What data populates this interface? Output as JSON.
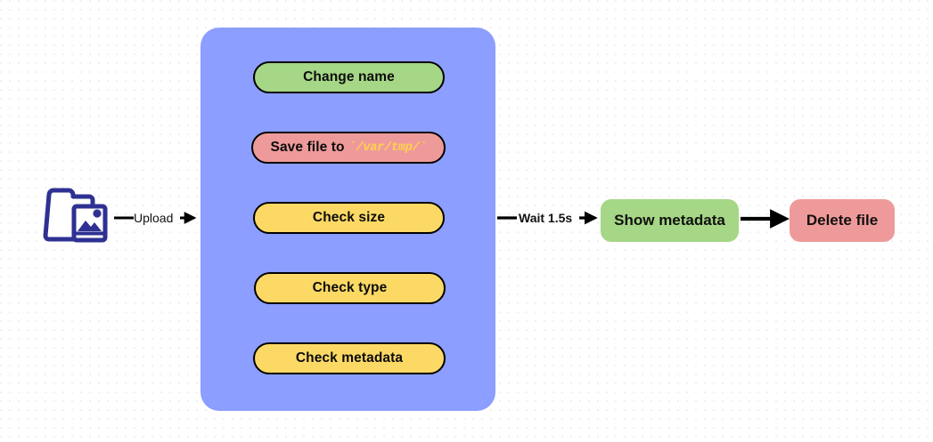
{
  "diagram": {
    "type": "flowchart",
    "direction": "left-to-right",
    "background": {
      "color": "#ffffff",
      "grid": "dotted"
    },
    "source": {
      "icon": "image-file-upload-icon",
      "color": "#2e3192"
    },
    "subgraph": {
      "name": "processing-group",
      "color": "#8c9eff",
      "label": ""
    },
    "nodes": [
      {
        "id": "change-name",
        "label": "Change name",
        "color": "#a5d786",
        "group": "subgraph"
      },
      {
        "id": "save-file",
        "label": "Save file to",
        "code": "`/var/tmp/`",
        "code_color": "#ffd24d",
        "color": "#ef9a9a",
        "group": "subgraph"
      },
      {
        "id": "check-size",
        "label": "Check size",
        "color": "#fcd965",
        "group": "subgraph"
      },
      {
        "id": "check-type",
        "label": "Check type",
        "color": "#fcd965",
        "group": "subgraph"
      },
      {
        "id": "check-metadata",
        "label": "Check metadata",
        "color": "#fcd965",
        "group": "subgraph"
      },
      {
        "id": "show-metadata",
        "label": "Show metadata",
        "color": "#a5d786",
        "group": "root"
      },
      {
        "id": "delete-file",
        "label": "Delete file",
        "color": "#ef9a9a",
        "group": "root"
      }
    ],
    "edges": [
      {
        "from": "upload-icon",
        "to": "subgraph",
        "label": "Upload"
      },
      {
        "from": "change-name",
        "to": "save-file",
        "label": ""
      },
      {
        "from": "save-file",
        "to": "check-size",
        "label": ""
      },
      {
        "from": "check-size",
        "to": "check-type",
        "label": ""
      },
      {
        "from": "check-type",
        "to": "check-metadata",
        "label": ""
      },
      {
        "from": "subgraph",
        "to": "show-metadata",
        "label": "Wait 1.5s"
      },
      {
        "from": "show-metadata",
        "to": "delete-file",
        "label": ""
      }
    ]
  }
}
